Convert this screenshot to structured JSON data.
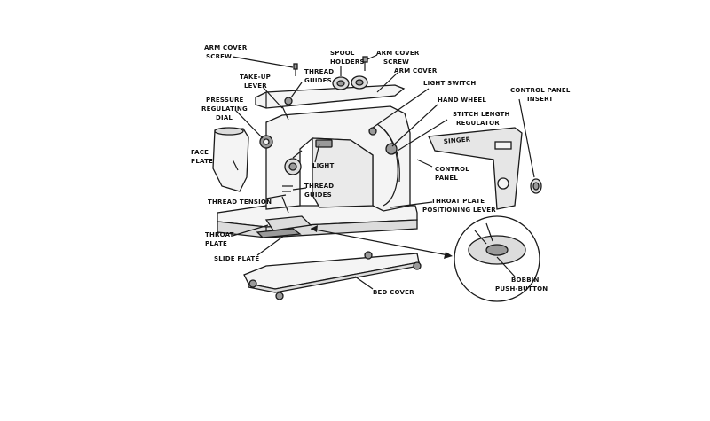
{
  "labels": {
    "arm_cover_screw_left": [
      "ARM COVER",
      "SCREW"
    ],
    "spool_holders": [
      "SPOOL",
      "HOLDERS"
    ],
    "arm_cover_screw_right": [
      "ARM COVER",
      "SCREW"
    ],
    "thread_guides_top": [
      "THREAD",
      "GUIDES"
    ],
    "take_up_lever": [
      "TAKE-UP",
      "LEVER"
    ],
    "arm_cover": [
      "ARM COVER"
    ],
    "light_switch": [
      "LIGHT SWITCH"
    ],
    "hand_wheel": [
      "HAND WHEEL"
    ],
    "pressure_regulating_dial": [
      "PRESSURE",
      "REGULATING",
      "DIAL"
    ],
    "stitch_length_regulator": [
      "STITCH LENGTH",
      "REGULATOR"
    ],
    "control_panel_insert": [
      "CONTROL PANEL",
      "INSERT"
    ],
    "face_plate": [
      "FACE",
      "PLATE"
    ],
    "light": [
      "LIGHT"
    ],
    "control_panel": [
      "CONTROL",
      "PANEL"
    ],
    "thread_guides_bottom": [
      "THREAD",
      "GUIDES"
    ],
    "thread_tension": [
      "THREAD TENSION"
    ],
    "throat_plate_positioning_lever": [
      "THROAT PLATE",
      "POSITIONING LEVER"
    ],
    "throat_plate": [
      "THROAT",
      "PLATE"
    ],
    "slide_plate": [
      "SLIDE PLATE"
    ],
    "bobbin_push_button": [
      "BOBBIN",
      "PUSH-BUTTON"
    ],
    "bed_cover": [
      "BED COVER"
    ]
  },
  "panel_brand": "SINGER"
}
